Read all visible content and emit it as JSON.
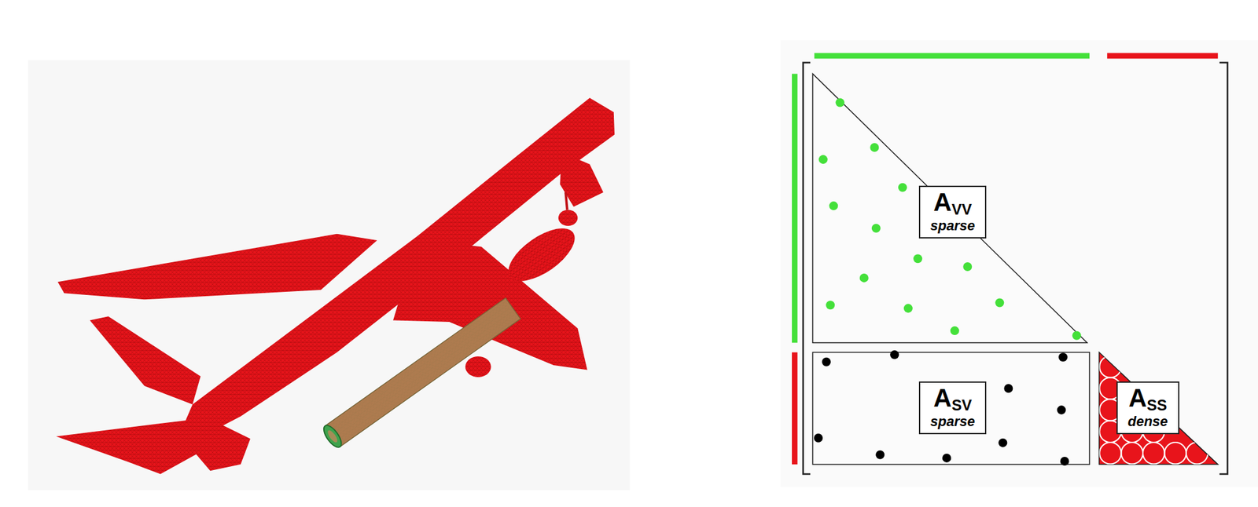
{
  "diagram": {
    "nodes": [
      {
        "text": [
          "A",
          "VV",
          "sparse"
        ]
      },
      {
        "text": [
          "A",
          "SV",
          "sparse"
        ]
      },
      {
        "text": [
          "A",
          "SS",
          "dense"
        ]
      }
    ]
  }
}
